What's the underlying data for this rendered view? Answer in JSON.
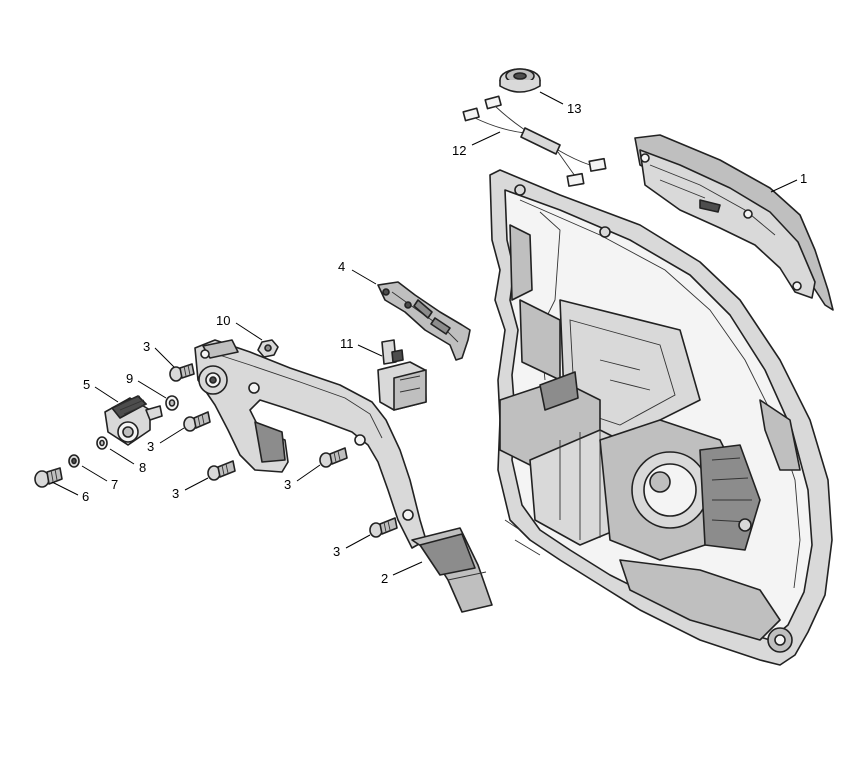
{
  "diagram": {
    "callouts": [
      {
        "id": "c1",
        "text": "1"
      },
      {
        "id": "c2",
        "text": "2"
      },
      {
        "id": "c3a",
        "text": "3"
      },
      {
        "id": "c3b",
        "text": "3"
      },
      {
        "id": "c3c",
        "text": "3"
      },
      {
        "id": "c3d",
        "text": "3"
      },
      {
        "id": "c3e",
        "text": "3"
      },
      {
        "id": "c4",
        "text": "4"
      },
      {
        "id": "c5",
        "text": "5"
      },
      {
        "id": "c6",
        "text": "6"
      },
      {
        "id": "c7",
        "text": "7"
      },
      {
        "id": "c8",
        "text": "8"
      },
      {
        "id": "c9",
        "text": "9"
      },
      {
        "id": "c10",
        "text": "10"
      },
      {
        "id": "c11",
        "text": "11"
      },
      {
        "id": "c12",
        "text": "12"
      },
      {
        "id": "c13",
        "text": "13"
      }
    ],
    "colors": {
      "outline": "#222222",
      "light_gray": "#d9d9d9",
      "mid_gray": "#bfbfbf",
      "dark_gray": "#4d4d4d"
    }
  }
}
